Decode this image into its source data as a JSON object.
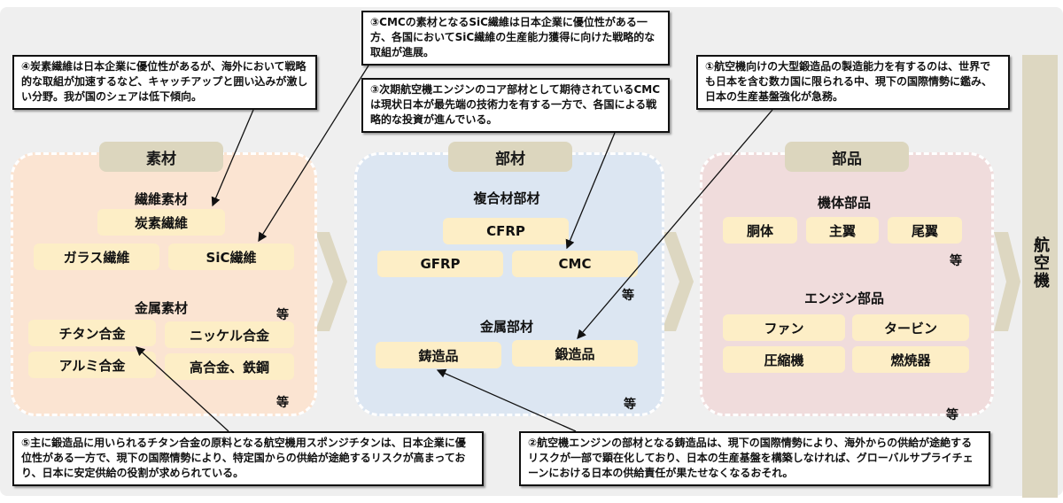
{
  "panels": {
    "materials": {
      "title": "素材",
      "fiber_title": "繊維素材",
      "fiber_items": [
        "炭素繊維",
        "ガラス繊維",
        "SiC繊維"
      ],
      "fiber_etc": "等",
      "metal_title": "金属素材",
      "metal_items": [
        "チタン合金",
        "ニッケル合金",
        "アルミ合金",
        "高合金、鉄鋼"
      ],
      "metal_etc": "等"
    },
    "components": {
      "title": "部材",
      "composite_title": "複合材部材",
      "composite_items": [
        "CFRP",
        "GFRP",
        "CMC"
      ],
      "composite_etc": "等",
      "metal_title": "金属部材",
      "metal_items": [
        "鋳造品",
        "鍛造品"
      ],
      "metal_etc": "等"
    },
    "parts": {
      "title": "部品",
      "airframe_title": "機体部品",
      "airframe_items": [
        "胴体",
        "主翼",
        "尾翼"
      ],
      "airframe_etc": "等",
      "engine_title": "エンジン部品",
      "engine_items": [
        "ファン",
        "タービン",
        "圧縮機",
        "燃焼器"
      ],
      "engine_etc": "等"
    }
  },
  "aircraft_label": "航空機",
  "notes": {
    "n4": "④炭素繊維は日本企業に優位性があるが、海外において戦略的な取組が加速するなど、キャッチアップと囲い込みが激しい分野。我が国のシェアは低下傾向。",
    "n3a": "③CMCの素材となるSiC繊維は日本企業に優位性がある一方、各国においてSiC繊維の生産能力獲得に向けた戦略的な取組が進展。",
    "n3b": "③次期航空機エンジンのコア部材として期待されているCMCは現状日本が最先端の技術力を有する一方で、各国による戦略的な投資が進んでいる。",
    "n1": "①航空機向けの大型鍛造品の製造能力を有するのは、世界でも日本を含む数カ国に限られる中、現下の国際情勢に鑑み、日本の生産基盤強化が急務。",
    "n5": "⑤主に鍛造品に用いられるチタン合金の原料となる航空機用スポンジチタンは、日本企業に優位性がある一方で、現下の国際情勢により、特定国からの供給が途絶するリスクが高まっており、日本に安定供給の役割が求められている。",
    "n2": "②航空機エンジンの部材となる鋳造品は、現下の国際情勢により、海外からの供給が途絶するリスクが一部で顕在化しており、日本の生産基盤を構築しなければ、グローバルサプライチェーンにおける日本の供給責任が果たせなくなるおそれ。"
  }
}
